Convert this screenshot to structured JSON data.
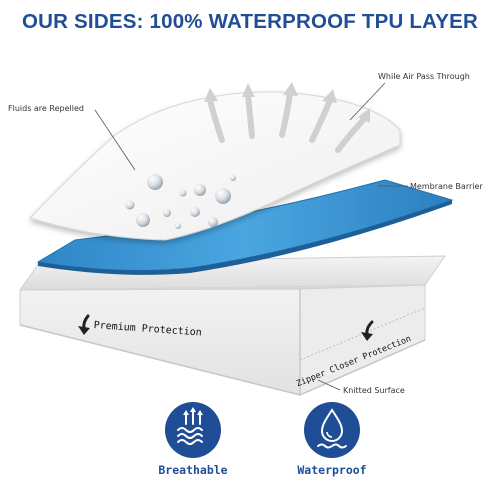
{
  "headline": "OUR SIDES: 100% WATERPROOF TPU LAYER",
  "callouts": {
    "fluids": "Fluids are Repelled",
    "air": "While Air Pass Through",
    "membrane": "Membrane Barrier",
    "knitted": "Knitted Surface"
  },
  "mattress_labels": {
    "premium": "Premium Protection",
    "zipper": "Zipper Closer Protection"
  },
  "badges": [
    {
      "label": "Breathable",
      "icon": "waves-arrows-icon"
    },
    {
      "label": "Waterproof",
      "icon": "water-drop-icon"
    }
  ],
  "colors": {
    "brand_blue": "#1f4e96",
    "membrane_blue": "#3e9bd8"
  }
}
